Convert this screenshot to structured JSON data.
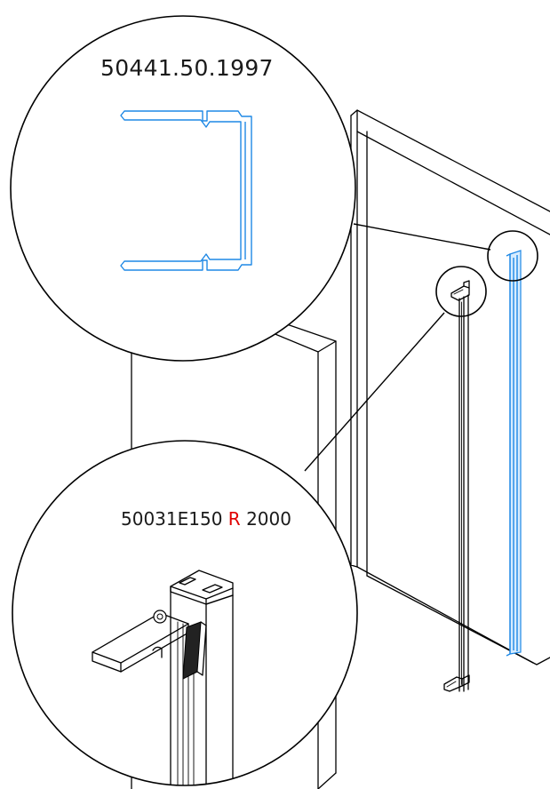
{
  "callouts": {
    "top": {
      "code": "50441.50.1997"
    },
    "bottom": {
      "code": "50031E150",
      "variant": "R",
      "length": "2000"
    }
  },
  "colors": {
    "profile_highlight": "#1e88e5",
    "variant_letter": "#e00000",
    "line": "#000000"
  }
}
